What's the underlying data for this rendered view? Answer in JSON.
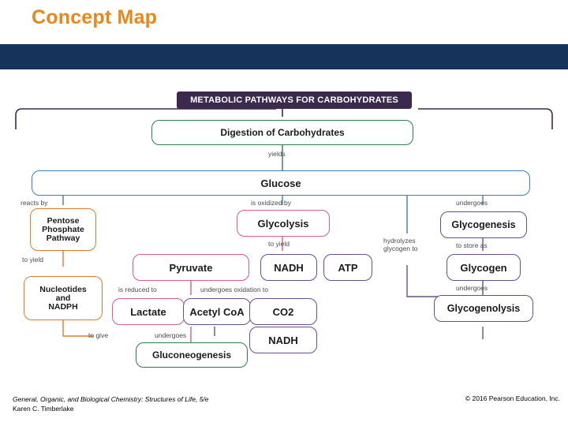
{
  "slide": {
    "title": "Concept Map",
    "footer_line1": "General, Organic, and Biological Chemistry: Structures of Life, 5/e",
    "footer_line2": "Karen C. Timberlake",
    "copyright": "© 2016 Pearson Education, Inc."
  },
  "colors": {
    "title_orange": "#E8881C",
    "band_navy": "#16335C",
    "node_title_fill": "#3B2A4D",
    "green": "#2E7D4F",
    "blue": "#3B7FB5",
    "pink": "#D95C8C",
    "purple": "#6B4E8E",
    "orange": "#E07A2F"
  },
  "diagram": {
    "title_box": "METABOLIC PATHWAYS FOR CARBOHYDRATES",
    "nodes": [
      {
        "id": "digestion",
        "label": "Digestion of Carbohydrates"
      },
      {
        "id": "glucose",
        "label": "Glucose"
      },
      {
        "id": "pentose",
        "label": "Pentose\nPhosphate\nPathway"
      },
      {
        "id": "nucleotides",
        "label": "Nucleotides\nand\nNADPH"
      },
      {
        "id": "glycolysis",
        "label": "Glycolysis"
      },
      {
        "id": "pyruvate",
        "label": "Pyruvate"
      },
      {
        "id": "nadh1",
        "label": "NADH"
      },
      {
        "id": "atp",
        "label": "ATP"
      },
      {
        "id": "lactate",
        "label": "Lactate"
      },
      {
        "id": "acetylcoa",
        "label": "Acetyl CoA"
      },
      {
        "id": "co2",
        "label": "CO2"
      },
      {
        "id": "nadh2",
        "label": "NADH"
      },
      {
        "id": "gluconeogenesis",
        "label": "Gluconeogenesis"
      },
      {
        "id": "glycogenesis",
        "label": "Glycogenesis"
      },
      {
        "id": "glycogen",
        "label": "Glycogen"
      },
      {
        "id": "glycogenolysis",
        "label": "Glycogenolysis"
      }
    ],
    "connector_labels": [
      {
        "id": "yields",
        "text": "yields"
      },
      {
        "id": "reacts-by",
        "text": "reacts by"
      },
      {
        "id": "to-yield-left",
        "text": "to yield"
      },
      {
        "id": "is-oxidized-by",
        "text": "is oxidized by"
      },
      {
        "id": "to-yield-mid",
        "text": "to yield"
      },
      {
        "id": "is-reduced-to",
        "text": "is reduced to"
      },
      {
        "id": "undergoes-ox",
        "text": "undergoes oxidation to"
      },
      {
        "id": "to-give",
        "text": "to give"
      },
      {
        "id": "undergoes-glu",
        "text": "undergoes"
      },
      {
        "id": "undergoes-top",
        "text": "undergoes"
      },
      {
        "id": "hydrolyzes",
        "text": "hydrolyzes\nglycogen to"
      },
      {
        "id": "to-store-as",
        "text": "to store as"
      },
      {
        "id": "undergoes-gen",
        "text": "undergoes"
      }
    ]
  }
}
